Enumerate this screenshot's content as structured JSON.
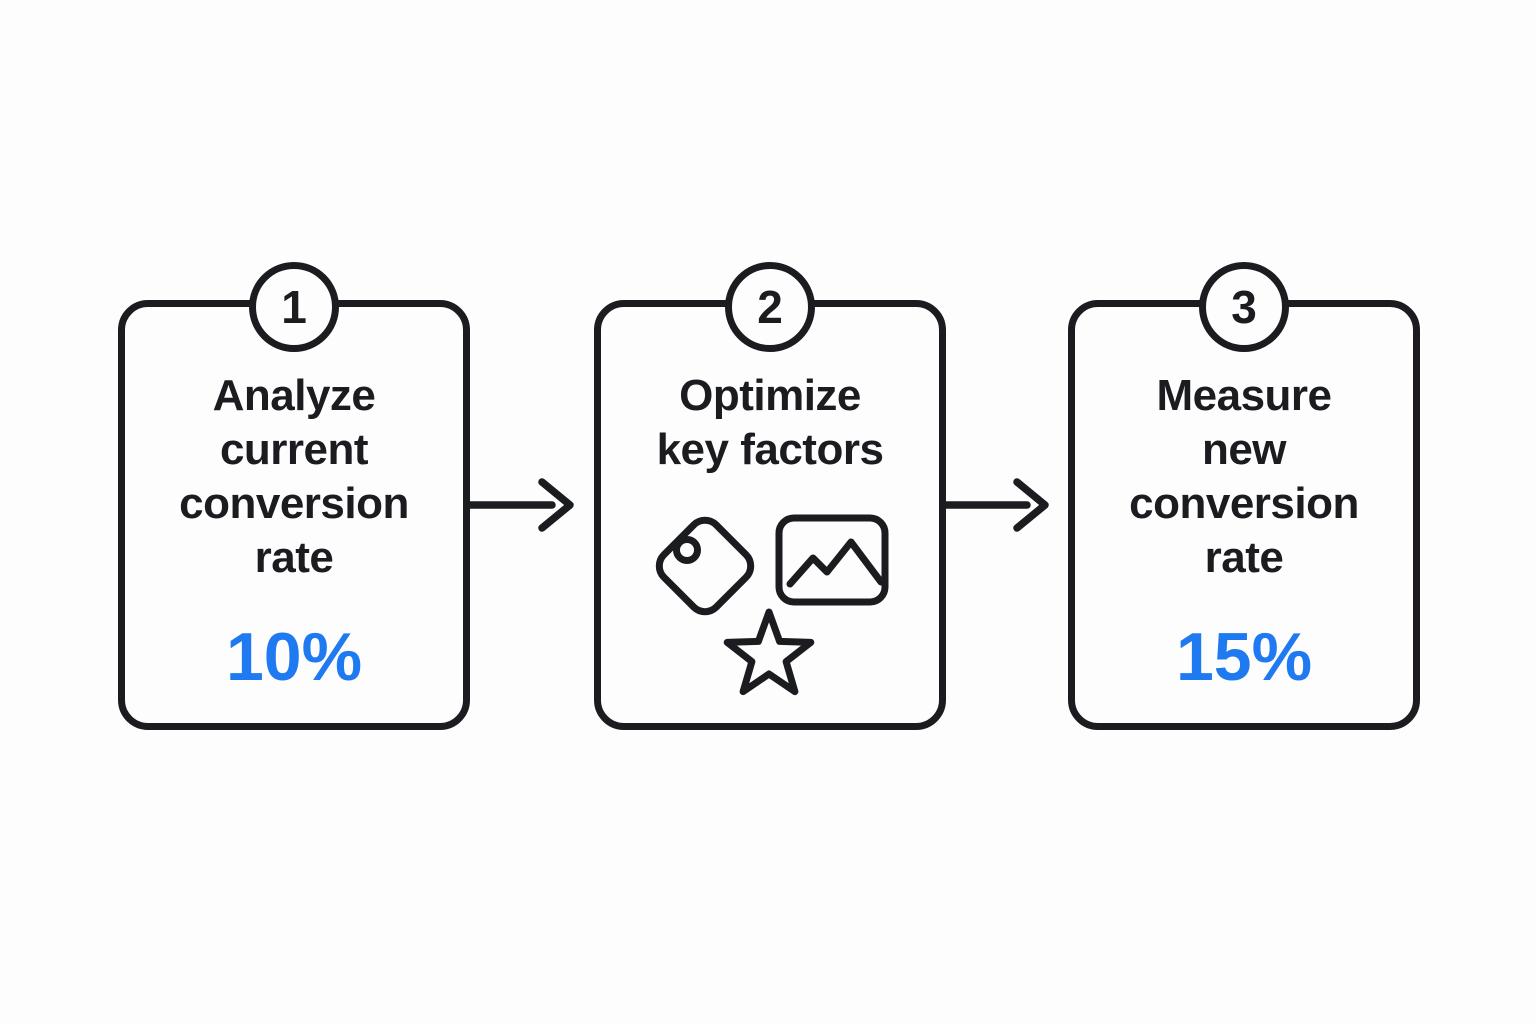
{
  "diagram": {
    "background": "#fdfdfd",
    "stroke_color": "#1b1c20",
    "accent_blue": "#1f7af1",
    "steps": [
      {
        "number": "1",
        "title": "Analyze\ncurrent\nconversion\nrate",
        "value": "10%"
      },
      {
        "number": "2",
        "title": "Optimize\nkey factors",
        "icons": [
          "tag-icon",
          "image-icon",
          "star-icon"
        ]
      },
      {
        "number": "3",
        "title": "Measure\nnew\nconversion\nrate",
        "value": "15%"
      }
    ],
    "connectors": [
      {
        "type": "arrow-right"
      },
      {
        "type": "arrow-right"
      }
    ]
  }
}
